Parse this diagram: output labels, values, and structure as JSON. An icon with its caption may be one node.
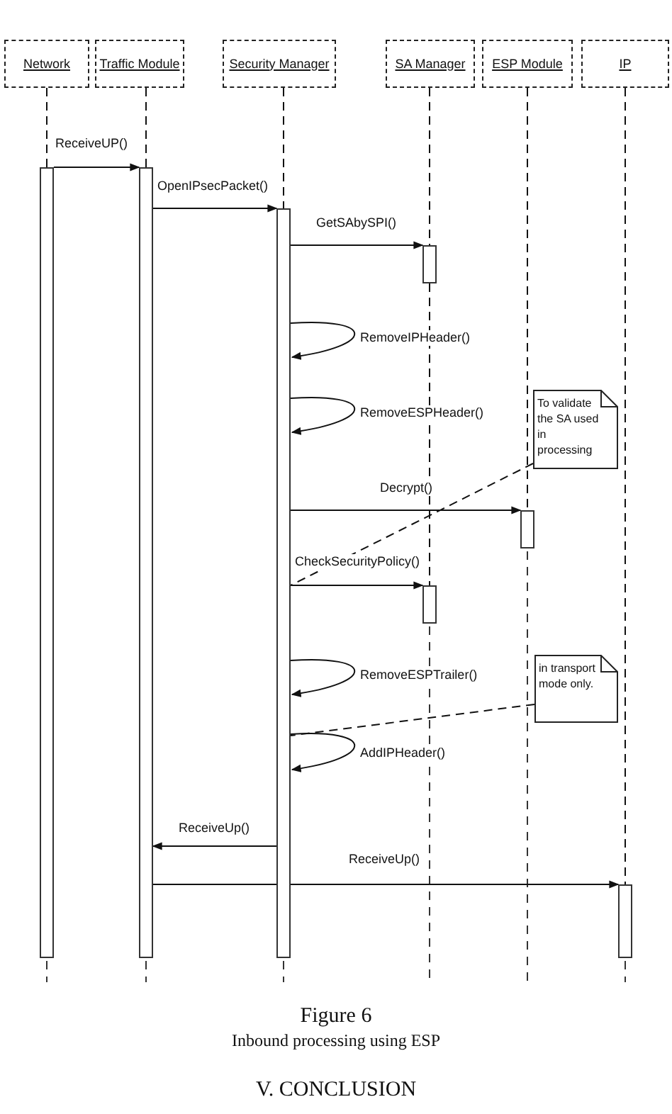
{
  "diagram": {
    "title": "Figure 6",
    "caption": "Inbound processing using ESP",
    "nodes": [
      {
        "text": [
          "Network"
        ]
      },
      {
        "text": [
          "Traffic Module"
        ]
      },
      {
        "text": [
          "Security Manager"
        ]
      },
      {
        "text": [
          "SA Manager"
        ]
      },
      {
        "text": [
          "ESP Module"
        ]
      },
      {
        "text": [
          "IP"
        ]
      },
      {
        "text": [],
        "shape": "bar"
      },
      {
        "text": [],
        "shape": "bar"
      },
      {
        "text": [],
        "shape": "bar"
      },
      {
        "text": [],
        "shape": "bar"
      },
      {
        "text": [],
        "shape": "bar"
      },
      {
        "text": [],
        "shape": "bar"
      },
      {
        "text": [],
        "shape": "bar"
      },
      {
        "text": [
          "To validate the SA used in processing"
        ]
      },
      {
        "text": [
          "in transport mode only."
        ]
      }
    ],
    "edges": [
      {
        "from": 0,
        "to": 6,
        "arrow": "none",
        "style": "dashed"
      },
      {
        "from": 1,
        "to": 7,
        "arrow": "none",
        "style": "dashed"
      },
      {
        "from": 2,
        "to": 8,
        "arrow": "none",
        "style": "dashed"
      },
      {
        "from": 3,
        "to": 9,
        "arrow": "none",
        "style": "dashed"
      },
      {
        "from": 9,
        "to": 11,
        "arrow": "none",
        "style": "dashed"
      },
      {
        "from": 4,
        "to": 10,
        "arrow": "none",
        "style": "dashed"
      },
      {
        "from": 5,
        "to": 12,
        "arrow": "none",
        "style": "dashed"
      },
      {
        "from": 6,
        "to": 7,
        "arrow": "to",
        "label": "ReceiveUP()"
      },
      {
        "from": 7,
        "to": 8,
        "arrow": "to",
        "label": "OpenIPsecPacket()"
      },
      {
        "from": 8,
        "to": 9,
        "arrow": "to",
        "label": "GetSAbySPI()"
      },
      {
        "from": 8,
        "to": 8,
        "arrow": "to",
        "label": "RemoveIPHeader()"
      },
      {
        "from": 8,
        "to": 8,
        "arrow": "to",
        "label": "RemoveESPHeader()"
      },
      {
        "from": 8,
        "to": 10,
        "arrow": "to",
        "label": "Decrypt()"
      },
      {
        "from": 8,
        "to": 11,
        "arrow": "to",
        "label": "CheckSecurityPolicy()"
      },
      {
        "from": 8,
        "to": 8,
        "arrow": "to",
        "label": "RemoveESPTrailer()"
      },
      {
        "from": 8,
        "to": 8,
        "arrow": "to",
        "label": "AddIPHeader()"
      },
      {
        "from": 8,
        "to": 7,
        "arrow": "to",
        "label": "ReceiveUp()"
      },
      {
        "from": 7,
        "to": 12,
        "arrow": "to",
        "label": "ReceiveUp()"
      },
      {
        "from": 13,
        "to": 8,
        "arrow": "none",
        "style": "dashed"
      },
      {
        "from": 14,
        "to": 8,
        "arrow": "none",
        "style": "dashed"
      }
    ],
    "labels": [
      "V. CONCLUSION"
    ]
  }
}
